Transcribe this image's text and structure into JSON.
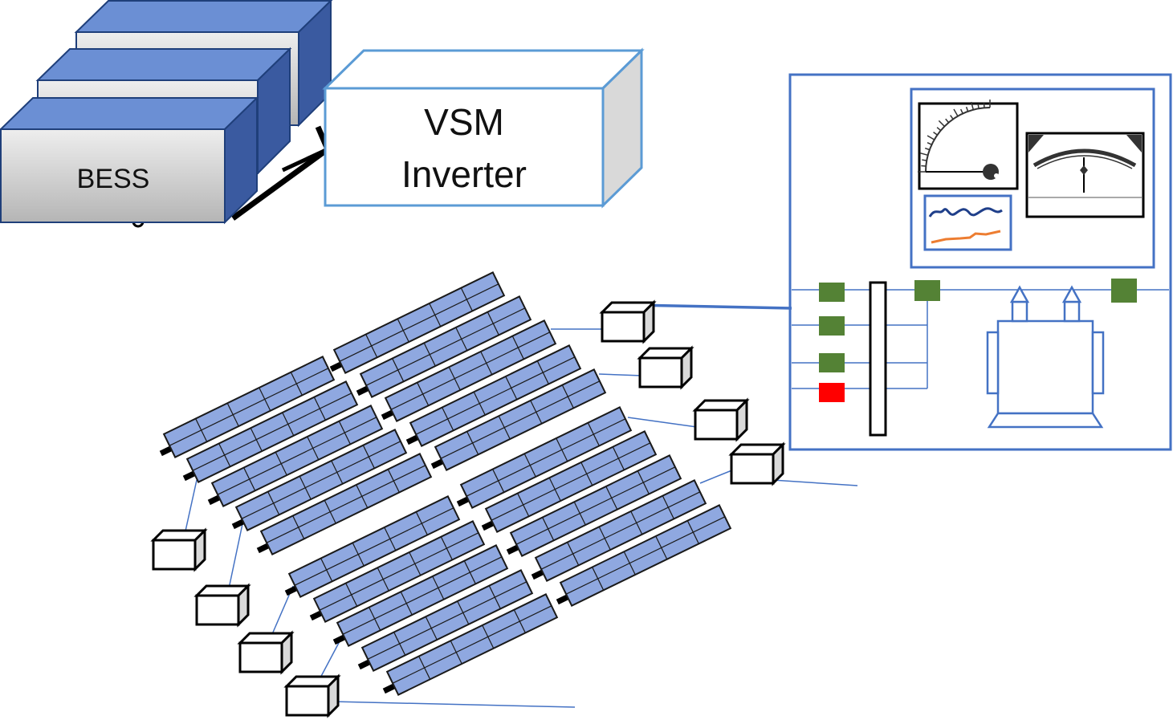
{
  "bess": {
    "label": "BESS",
    "colors": {
      "top": "#6b8fd4",
      "side": "#3a5aa0",
      "front_light": "#e6e6e6",
      "front_dark": "#b8b8b8",
      "outline": "#1f3f7a"
    }
  },
  "inverter": {
    "label_line1": "VSM",
    "label_line2": "Inverter",
    "colors": {
      "outline": "#5b9bd5",
      "side": "#d9d9d9",
      "front": "#ffffff"
    }
  },
  "control_panel": {
    "colors": {
      "frame": "#4472c4",
      "bus": "#000000",
      "breaker_closed": "#548235",
      "breaker_open": "#ff0000"
    },
    "breakers": [
      "closed",
      "closed",
      "closed",
      "open",
      "closed",
      "closed"
    ],
    "icons": [
      "analog-gauge-icon",
      "panel-meter-icon",
      "trend-chart-icon",
      "transformer-icon"
    ]
  },
  "pv_array": {
    "colors": {
      "cell": "#8fa8e0",
      "cell_line": "#1a1a1a",
      "combiner_box": "#ffffff",
      "wire": "#4472c4"
    },
    "icons": [
      "solar-panel-icon",
      "combiner-box-icon"
    ]
  },
  "connection_line_color": "#000000"
}
